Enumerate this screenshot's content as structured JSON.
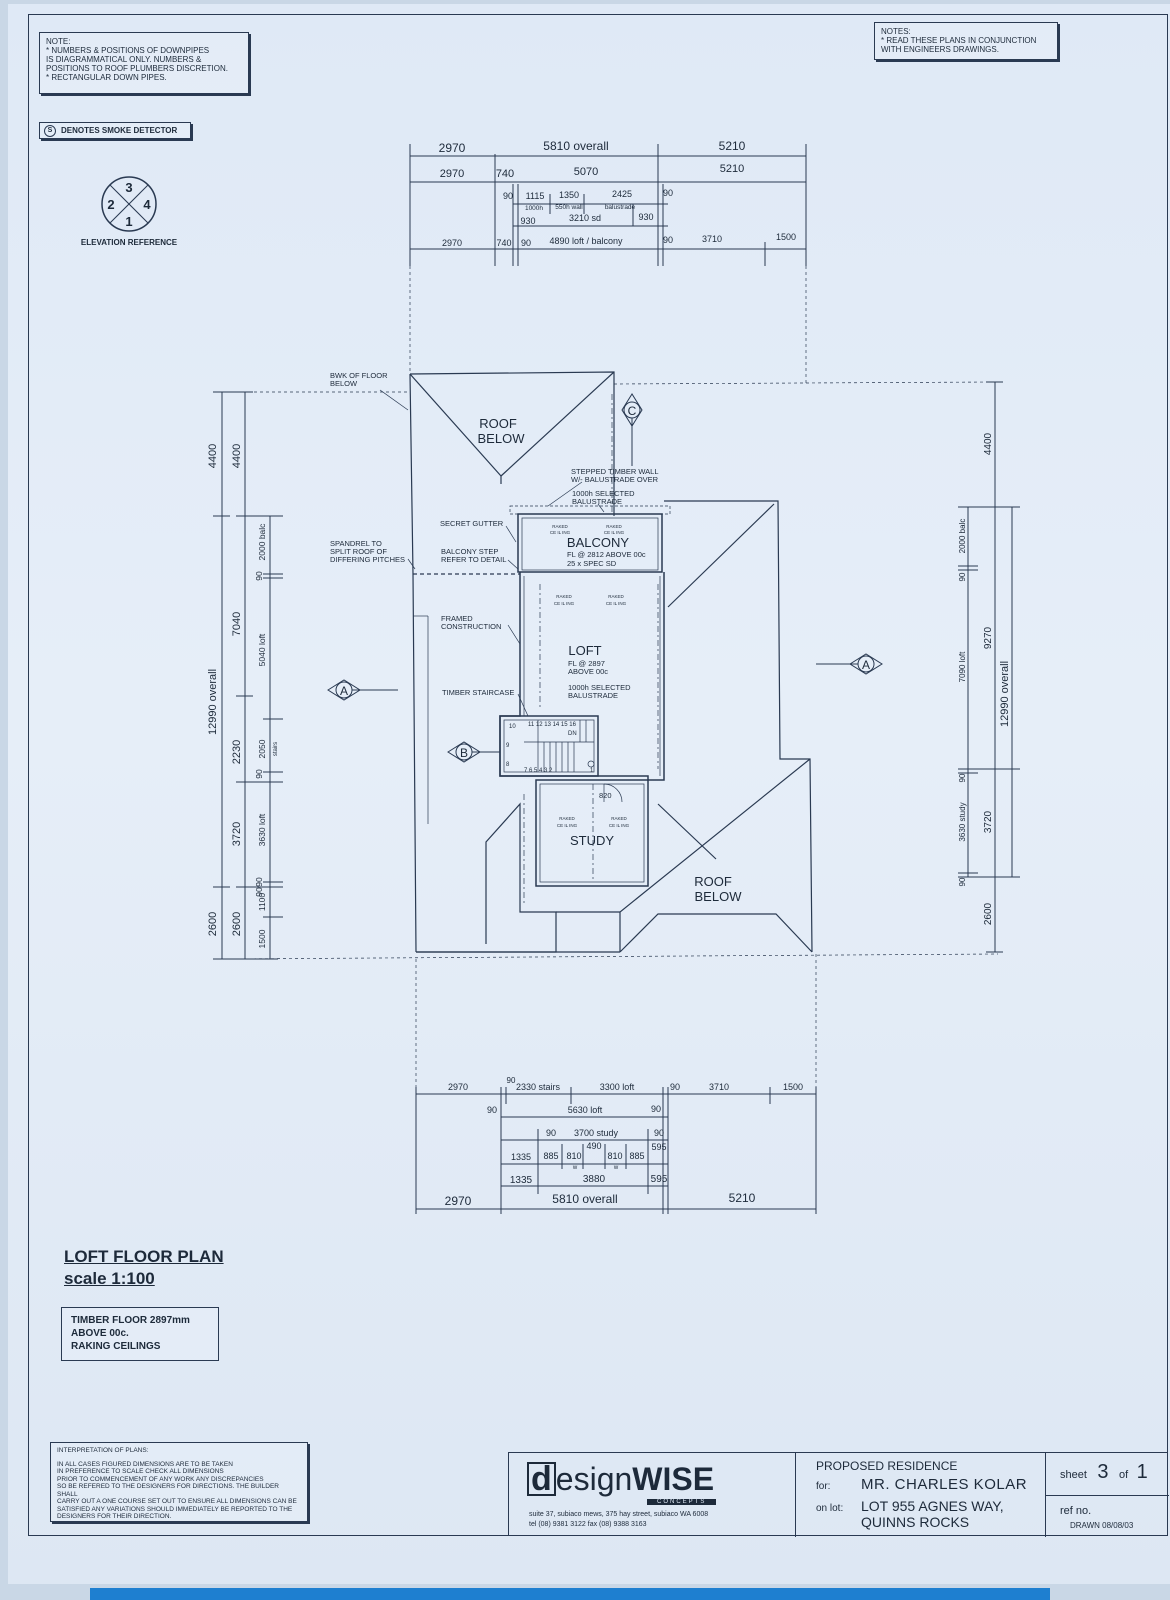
{
  "notes_left": {
    "title": "NOTE:",
    "lines": [
      "* NUMBERS & POSITIONS OF DOWNPIPES",
      "IS DIAGRAMMATICAL ONLY. NUMBERS &",
      "POSITIONS TO ROOF PLUMBERS DISCRETION.",
      "* RECTANGULAR DOWN PIPES."
    ]
  },
  "smoke": {
    "symbol": "S",
    "label": "DENOTES SMOKE DETECTOR"
  },
  "elevation": {
    "n1": "3",
    "n2": "2",
    "n3": "4",
    "n4": "1",
    "label": "ELEVATION REFERENCE"
  },
  "notes_right": {
    "title": "NOTES:",
    "lines": [
      "* READ THESE PLANS IN CONJUNCTION",
      "WITH ENGINEERS DRAWINGS."
    ]
  },
  "dims_top": {
    "r1": [
      "2970",
      "5810 overall",
      "5210"
    ],
    "r2": [
      "2970",
      "740",
      "5070",
      "5210"
    ],
    "r3": [
      "90",
      "1115",
      "1350",
      "2425",
      "90"
    ],
    "r3b": [
      "1000h",
      "550h wall",
      "balustrade"
    ],
    "r3c": [
      "930",
      "3210 sd",
      "930"
    ],
    "r4": [
      "2970",
      "740",
      "90",
      "4890 loft / balcony",
      "90",
      "3710",
      "1500"
    ]
  },
  "dims_bottom": {
    "r1": [
      "2970",
      "90",
      "2330 stairs",
      "3300 loft",
      "90",
      "3710",
      "1500"
    ],
    "r2": [
      "90",
      "5630 loft",
      "90"
    ],
    "r3": [
      "90",
      "3700 study",
      "90"
    ],
    "r4": [
      "1335",
      "885",
      "810",
      "490",
      "810",
      "885",
      "595"
    ],
    "r5": [
      "1335",
      "3880",
      "595"
    ],
    "r6": [
      "2970",
      "5810 overall",
      "5210"
    ],
    "w": [
      "w",
      "w"
    ]
  },
  "dims_left": {
    "outer": [
      "4400",
      "12990 overall",
      "2600"
    ],
    "mid": [
      "4400",
      "7040",
      "2230",
      "3720",
      "2600"
    ],
    "inner": [
      "90",
      "2000 balc",
      "90",
      "5040 loft",
      "2050",
      "stairs",
      "90",
      "3630 loft",
      "90",
      "1100",
      "1500"
    ]
  },
  "dims_right": {
    "outer": [
      "4400",
      "12990 overall"
    ],
    "mid": [
      "9270",
      "3720",
      "2600"
    ],
    "inner": [
      "2000 balc",
      "90",
      "7090 loft",
      "90",
      "3630 study",
      "90"
    ]
  },
  "plan_labels": {
    "roof_below_1": [
      "ROOF",
      "BELOW"
    ],
    "roof_below_2": [
      "ROOF",
      "BELOW"
    ],
    "bwk": [
      "BWK OF FLOOR",
      "BELOW"
    ],
    "stepped": [
      "STEPPED TIMBER WALL",
      "W/- BALUSTRADE OVER"
    ],
    "selected_bal": [
      "1000h SELECTED",
      "BALUSTRADE"
    ],
    "secret_gutter": "SECRET GUTTER",
    "spandrel": [
      "SPANDREL TO",
      "SPLIT ROOF OF",
      "DIFFERING PITCHES"
    ],
    "balcony_step": [
      "BALCONY STEP",
      "REFER TO DETAIL"
    ],
    "framed": [
      "FRAMED",
      "CONSTRUCTION"
    ],
    "timber_stair": "TIMBER STAIRCASE",
    "balcony": [
      "BALCONY",
      "FL @ 2812 ABOVE 00c",
      "25 x SPEC SD"
    ],
    "loft": [
      "LOFT",
      "FL @ 2897",
      "ABOVE 00c"
    ],
    "loft_bal": [
      "1000h SELECTED",
      "BALUSTRADE"
    ],
    "study": "STUDY",
    "door": "820",
    "stair_numbers": [
      "10",
      "11 12 13 14 15 16",
      "DN",
      "9",
      "8",
      "7 6 5 4 3 2",
      "1"
    ],
    "sections": [
      "A",
      "A",
      "B",
      "C"
    ],
    "ceiling_marks": [
      "RAKED",
      "CE IL ING"
    ]
  },
  "title": {
    "line1": "LOFT FLOOR PLAN",
    "line2": "scale 1:100"
  },
  "floor_note": [
    "TIMBER FLOOR 2897mm",
    "ABOVE 00c.",
    "RAKING CEILINGS"
  ],
  "interp": {
    "title": "INTERPRETATION OF PLANS:",
    "lines": [
      "IN ALL CASES FIGURED DIMENSIONS ARE TO BE TAKEN",
      "IN PREFERENCE TO SCALE CHECK ALL DIMENSIONS",
      "PRIOR TO COMMENCEMENT OF ANY WORK ANY DISCREPANCIES",
      "SO BE REFERED TO THE DESIGNERS FOR DIRECTIONS. THE BUILDER SHALL",
      "CARRY OUT A ONE COURSE SET OUT TO ENSURE ALL DIMENSIONS CAN BE",
      "SATISFIED ANY VARIATIONS SHOULD IMMEDIATELY BE REPORTED TO THE",
      "DESIGNERS FOR THEIR DIRECTION."
    ]
  },
  "logo": {
    "d": "d",
    "esign": "esign",
    "wise": "WISE",
    "concepts": "CONCEPTS",
    "addr1": "suite 37, subiaco mews, 375 hay street, subiaco WA 6008",
    "addr2": "tel (08) 9381 3122    fax (08) 9388 3163"
  },
  "project": {
    "title": "PROPOSED RESIDENCE",
    "for_label": "for:",
    "for_value": "MR. CHARLES KOLAR",
    "lot_label": "on lot:",
    "lot_value": "LOT 955 AGNES WAY,",
    "lot_value2": "QUINNS ROCKS"
  },
  "sheet": {
    "label": "sheet",
    "num": "3",
    "of": "of",
    "total": "1",
    "ref": "ref no.",
    "drawn": "DRAWN 08/08/03"
  }
}
